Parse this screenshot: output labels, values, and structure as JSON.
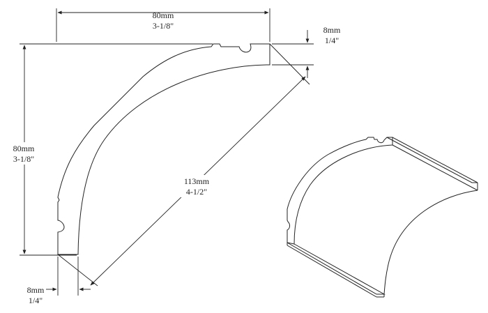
{
  "dimensions": {
    "top_width": {
      "metric": "80mm",
      "imperial": "3-1/8\""
    },
    "top_right_thickness": {
      "metric": "8mm",
      "imperial": "1/4\""
    },
    "left_height": {
      "metric": "80mm",
      "imperial": "3-1/8\""
    },
    "diagonal_span": {
      "metric": "113mm",
      "imperial": "4-1/2\""
    },
    "bottom_left_thickness": {
      "metric": "8mm",
      "imperial": "1/4\""
    }
  },
  "colors": {
    "line": "#222222",
    "background": "#ffffff"
  }
}
